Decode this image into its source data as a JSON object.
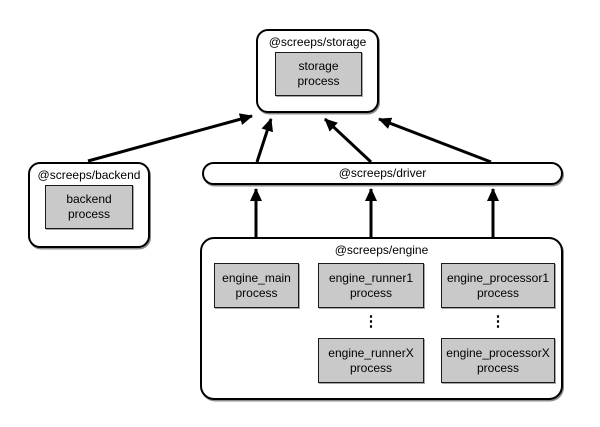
{
  "diagram": {
    "background": "#ffffff",
    "colors": {
      "node_fill": "#ffffff",
      "process_fill": "#c9c9c9",
      "border": "#000000",
      "arrow": "#000000",
      "text": "#000000"
    },
    "nodes": {
      "storage": {
        "label": "@screeps/storage"
      },
      "backend": {
        "label": "@screeps/backend"
      },
      "driver": {
        "label": "@screeps/driver"
      },
      "engine": {
        "label": "@screeps/engine"
      }
    },
    "processes": {
      "storage": {
        "line1": "storage",
        "line2": "process"
      },
      "backend": {
        "line1": "backend",
        "line2": "process"
      },
      "engine_main": {
        "line1": "engine_main",
        "line2": "process"
      },
      "engine_runner1": {
        "line1": "engine_runner1",
        "line2": "process"
      },
      "engine_runnerX": {
        "line1": "engine_runnerX",
        "line2": "process"
      },
      "engine_processor1": {
        "line1": "engine_processor1",
        "line2": "process"
      },
      "engine_processorX": {
        "line1": "engine_processorX",
        "line2": "process"
      }
    },
    "ellipsis": "⋮",
    "edges": [
      {
        "from": "backend",
        "to": "storage"
      },
      {
        "from": "driver-left",
        "to": "storage"
      },
      {
        "from": "driver-middle",
        "to": "storage"
      },
      {
        "from": "driver-right",
        "to": "storage"
      },
      {
        "from": "engine-main",
        "to": "driver"
      },
      {
        "from": "engine-runner",
        "to": "driver"
      },
      {
        "from": "engine-processor",
        "to": "driver"
      }
    ]
  }
}
